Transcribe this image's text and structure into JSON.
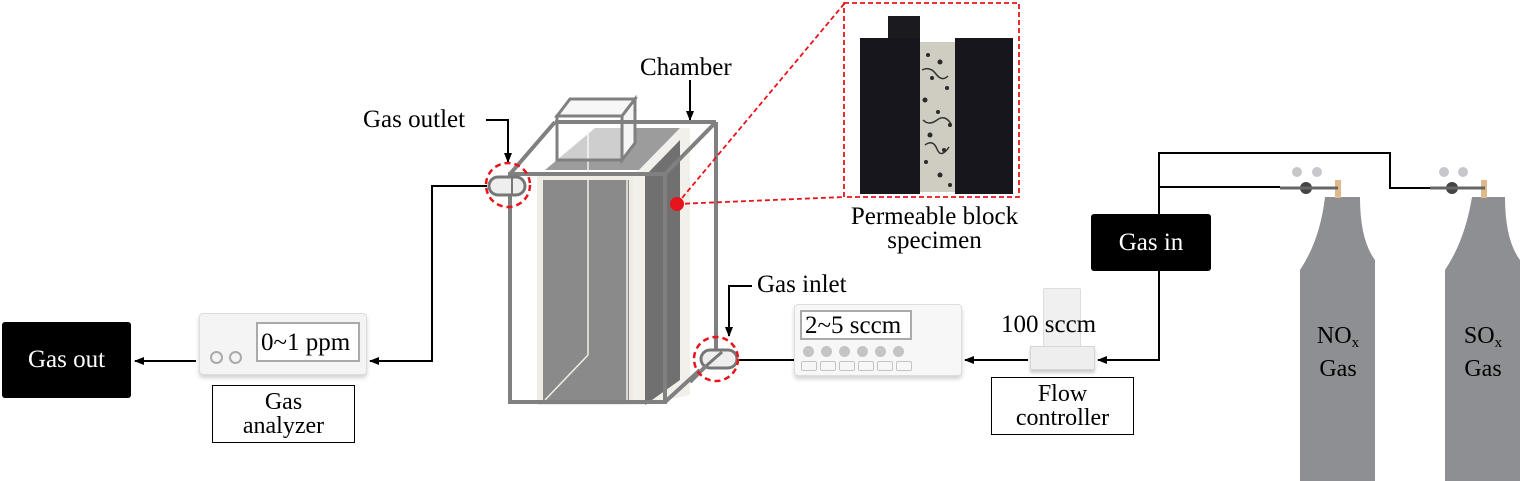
{
  "diagram": {
    "title": "Gas permeation experimental setup",
    "nodes": {
      "gas_out": {
        "label": "Gas out"
      },
      "gas_analyzer": {
        "display": "0~1 ppm",
        "label_line1": "Gas",
        "label_line2": "analyzer"
      },
      "chamber": {
        "label": "Chamber"
      },
      "gas_outlet": {
        "label": "Gas outlet"
      },
      "gas_inlet": {
        "label": "Gas inlet"
      },
      "specimen": {
        "label_line1": "Permeable block",
        "label_line2": "specimen"
      },
      "mfc_display": {
        "display": "2~5 sccm"
      },
      "flow_controller": {
        "rate": "100 sccm",
        "label_line1": "Flow",
        "label_line2": "controller"
      },
      "gas_in": {
        "label": "Gas in"
      },
      "cylinder_nox": {
        "formula_main": "NO",
        "formula_sub": "x",
        "label": "Gas"
      },
      "cylinder_sox": {
        "formula_main": "SO",
        "formula_sub": "x",
        "label": "Gas"
      }
    },
    "colors": {
      "highlight": "#e8141c",
      "black_box": "#000000",
      "chamber_frame": "#808080",
      "chamber_panel": "#8a8a8a",
      "cylinder": "#8e8f92"
    }
  }
}
